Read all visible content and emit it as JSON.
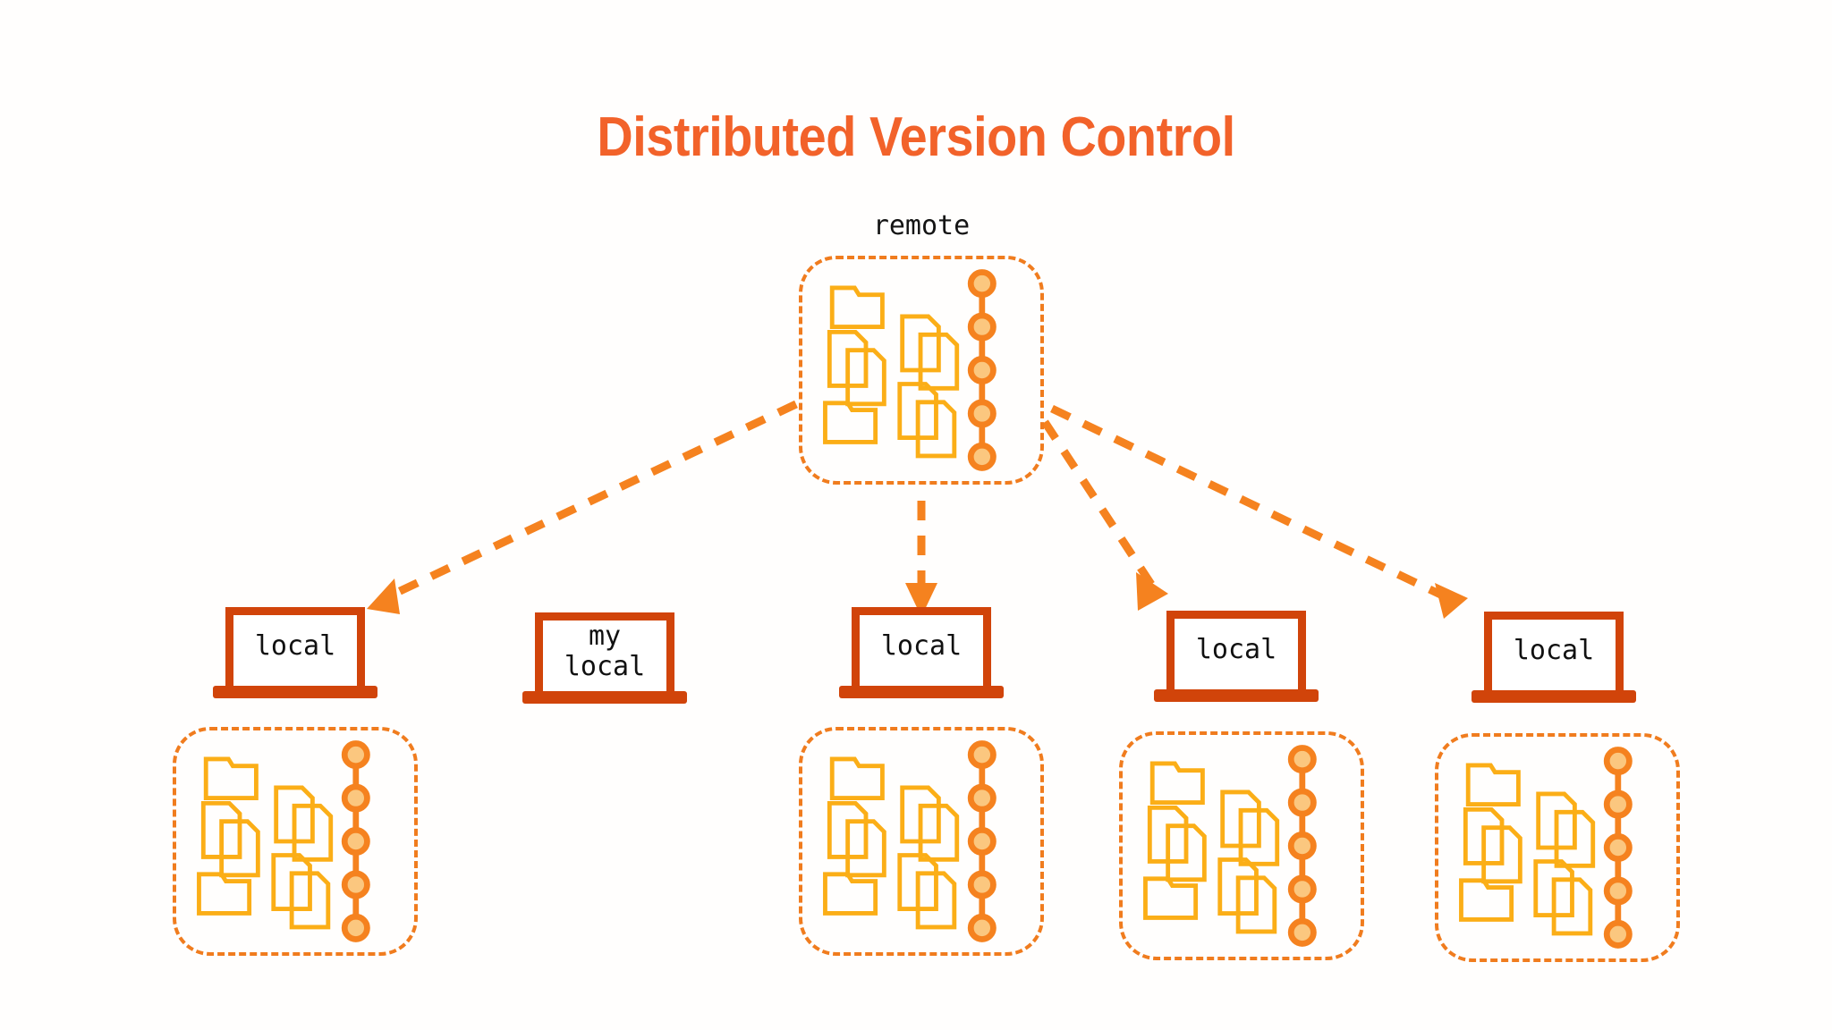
{
  "page": {
    "title": "Distributed Version Control",
    "background_color": "#fffefd"
  },
  "colors": {
    "title_orange": "#F2622A",
    "dashed_orange": "#F07C1E",
    "arrow_orange": "#F5821F",
    "icon_amber": "#FBAE17",
    "commit_ring": "#F5821F",
    "commit_fill": "#FBC77F",
    "laptop_red": "#D1440A",
    "text_black": "#111111"
  },
  "remote": {
    "label": "remote",
    "node_name": "remote-repository",
    "folders": 2,
    "file_pairs": 2,
    "commits": 5
  },
  "laptops": [
    {
      "label": "local",
      "has_repo": true,
      "has_arrow": true
    },
    {
      "label": "my\nlocal",
      "has_repo": false,
      "has_arrow": false
    },
    {
      "label": "local",
      "has_repo": true,
      "has_arrow": true
    },
    {
      "label": "local",
      "has_repo": true,
      "has_arrow": true
    },
    {
      "label": "local",
      "has_repo": true,
      "has_arrow": true
    }
  ],
  "local_repos": [
    {
      "folders": 2,
      "file_pairs": 2,
      "commits": 5
    },
    {
      "folders": 2,
      "file_pairs": 2,
      "commits": 5
    },
    {
      "folders": 2,
      "file_pairs": 2,
      "commits": 5
    },
    {
      "folders": 2,
      "file_pairs": 2,
      "commits": 5
    }
  ],
  "arrows": [
    {
      "from": "remote",
      "to": "laptop-1",
      "direction": "down-left"
    },
    {
      "from": "remote",
      "to": "laptop-3",
      "direction": "down"
    },
    {
      "from": "remote",
      "to": "laptop-4",
      "direction": "down-right"
    },
    {
      "from": "remote",
      "to": "laptop-5",
      "direction": "down-right"
    }
  ]
}
